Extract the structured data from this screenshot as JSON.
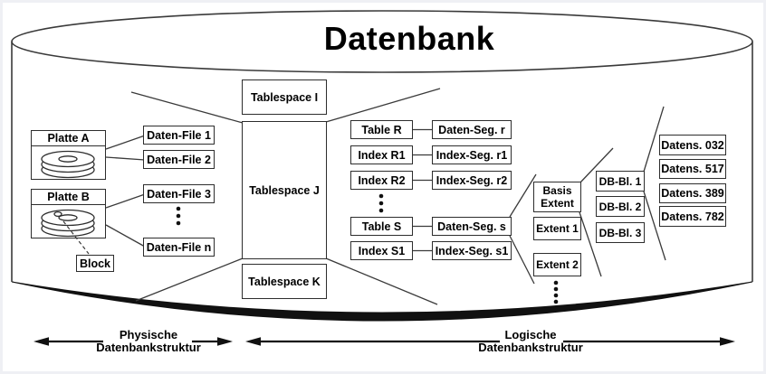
{
  "title": "Datenbank",
  "colors": {
    "line": "#3a3a3a",
    "accent": "#000000",
    "box_bg": "#ffffff"
  },
  "physical": {
    "disks": [
      {
        "label": "Platte A"
      },
      {
        "label": "Platte B"
      }
    ],
    "block": "Block",
    "files": [
      "Daten-File 1",
      "Daten-File 2",
      "Daten-File 3",
      "Daten-File n"
    ]
  },
  "logical": {
    "tablespaces": [
      "Tablespace I",
      "Tablespace J",
      "Tablespace K"
    ],
    "tables": [
      "Table R",
      "Index R1",
      "Index R2",
      "Table S",
      "Index S1"
    ],
    "segments": [
      "Daten-Seg. r",
      "Index-Seg. r1",
      "Index-Seg. r2",
      "Daten-Seg. s",
      "Index-Seg. s1"
    ],
    "extents": [
      "Basis Extent",
      "Extent 1",
      "Extent 2"
    ],
    "db_blocks": [
      "DB-Bl. 1",
      "DB-Bl. 2",
      "DB-Bl. 3"
    ],
    "records": [
      "Datens. 032",
      "Datens. 517",
      "Datens. 389",
      "Datens. 782"
    ]
  },
  "legend": {
    "physical": {
      "line1": "Physische",
      "line2": "Datenbankstruktur"
    },
    "logical": {
      "line1": "Logische",
      "line2": "Datenbankstruktur"
    }
  }
}
